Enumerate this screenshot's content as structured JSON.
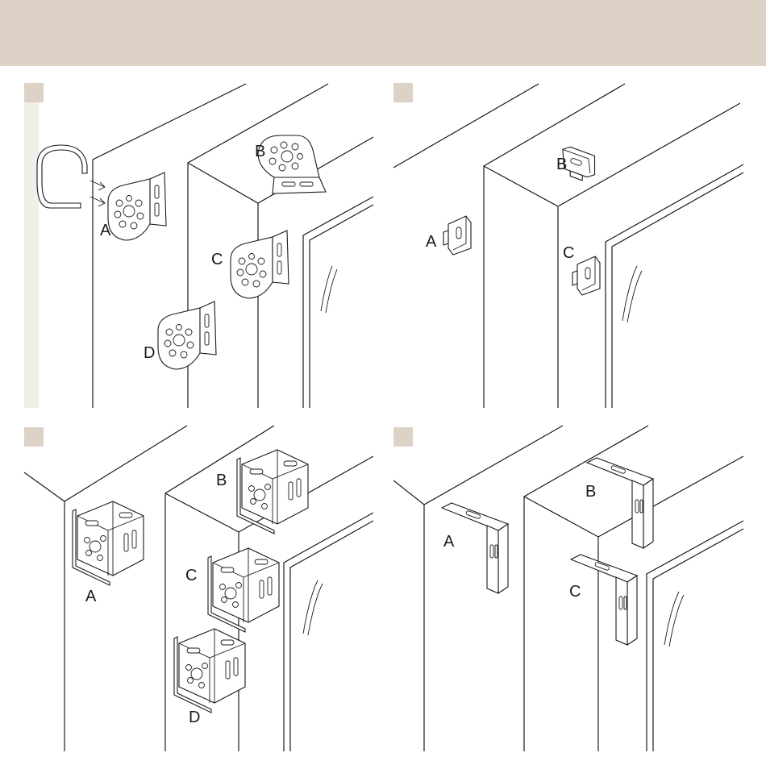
{
  "colors": {
    "header": "#ddd2c6",
    "badge": "#ddd2c6",
    "strip": "#f2eee9",
    "line": "#1a1a1a"
  },
  "panels": [
    {
      "labels": [
        "A",
        "B",
        "C",
        "D"
      ]
    },
    {
      "labels": [
        "A",
        "B",
        "C"
      ]
    },
    {
      "labels": [
        "A",
        "B",
        "C",
        "D"
      ]
    },
    {
      "labels": [
        "A",
        "B",
        "C"
      ]
    }
  ]
}
